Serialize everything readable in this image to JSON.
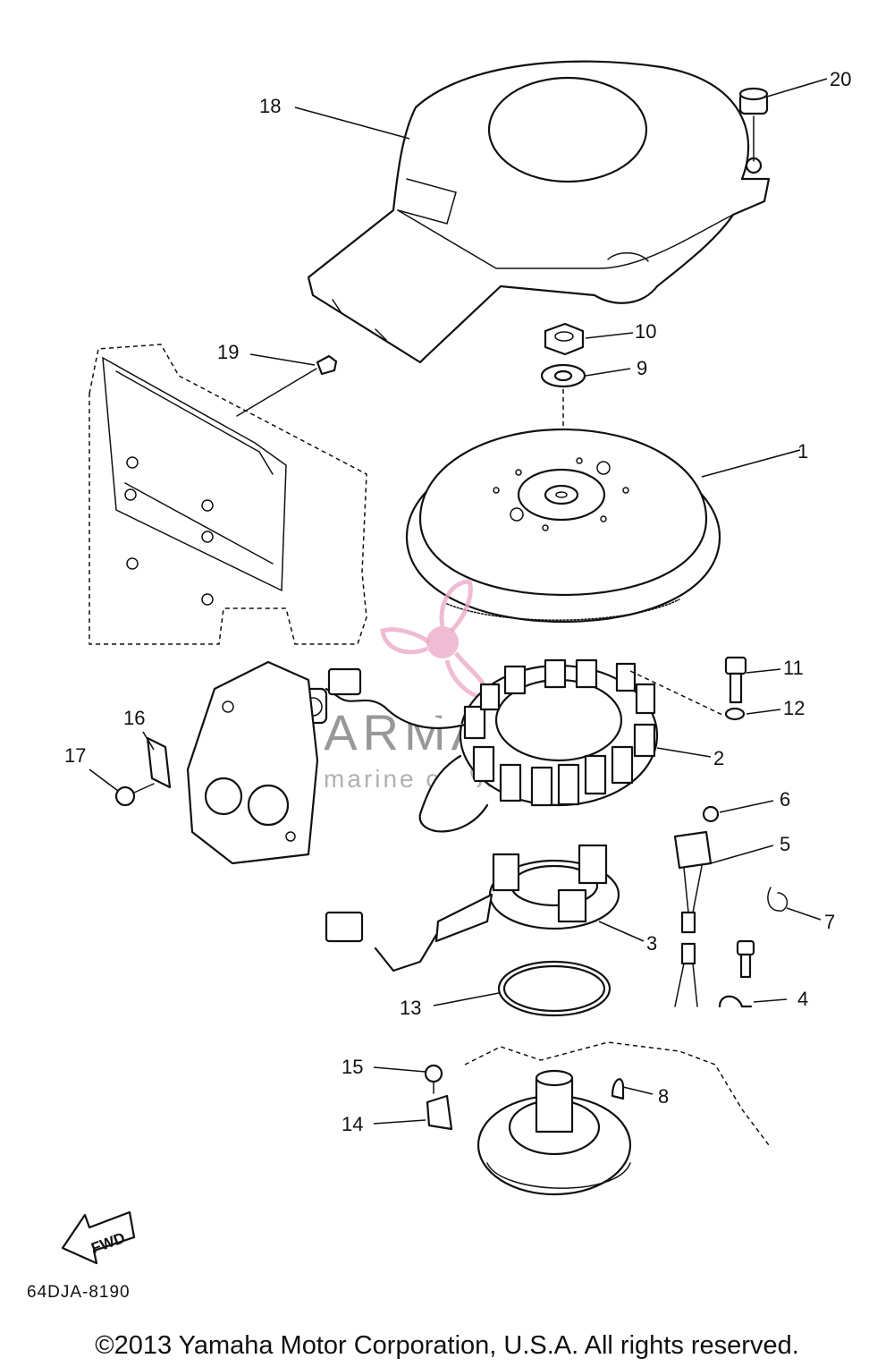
{
  "diagram": {
    "reference_code": "64DJA-8190",
    "copyright": "©2013 Yamaha Motor Corporation, U.S.A. All rights reserved.",
    "fwd_label": "FWD",
    "watermark": {
      "brand": "ARMADA",
      "tagline": "marine outboards",
      "color": "#e9a6c6"
    },
    "callouts": [
      "1",
      "2",
      "3",
      "4",
      "5",
      "6",
      "7",
      "8",
      "9",
      "10",
      "11",
      "12",
      "13",
      "14",
      "15",
      "16",
      "17",
      "18",
      "19",
      "20"
    ]
  }
}
